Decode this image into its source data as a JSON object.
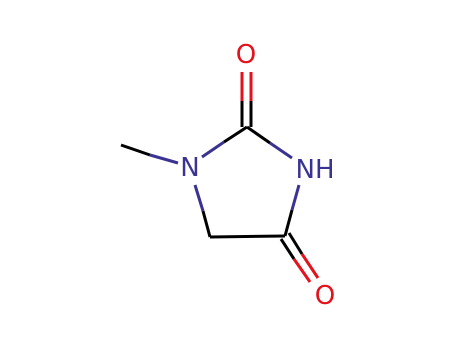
{
  "molecule": {
    "colors": {
      "carbon_bond": "#000000",
      "nitrogen": "#3a3391",
      "oxygen": "#e4121c",
      "background": "#ffffff"
    },
    "atoms": [
      {
        "id": "O_top",
        "label": "O",
        "element": "oxygen"
      },
      {
        "id": "N_ring",
        "label": "N",
        "element": "nitrogen"
      },
      {
        "id": "NH_ring",
        "label": "NH",
        "element": "nitrogen"
      },
      {
        "id": "O_bottom",
        "label": "O",
        "element": "oxygen"
      }
    ]
  }
}
